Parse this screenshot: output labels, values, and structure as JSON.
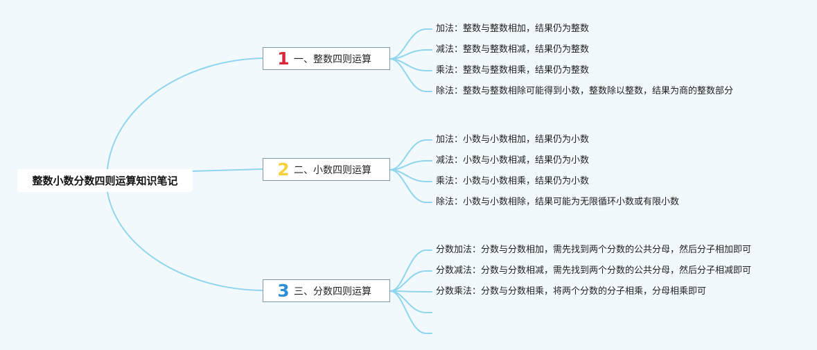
{
  "root": {
    "label": "整数小数分数四则运算知识笔记"
  },
  "colors": {
    "line": "#8fd5ee",
    "num1": "#d9263a",
    "num2": "#f5d13d",
    "num3": "#2c8fd8"
  },
  "branches": [
    {
      "num": "1",
      "label": "一、整数四则运算",
      "leaves": [
        "加法：整数与整数相加，结果仍为整数",
        "减法：整数与整数相减，结果仍为整数",
        "乘法：整数与整数相乘，结果仍为整数",
        "除法：整数与整数相除可能得到小数，整数除以整数，结果为商的整数部分"
      ]
    },
    {
      "num": "2",
      "label": "二、小数四则运算",
      "leaves": [
        "加法：小数与小数相加，结果仍为小数",
        "减法：小数与小数相减，结果仍为小数",
        "乘法：小数与小数相乘，结果仍为小数",
        "除法：小数与小数相除，结果可能为无限循环小数或有限小数"
      ]
    },
    {
      "num": "3",
      "label": "三、分数四则运算",
      "leaves": [
        "分数加法：分数与分数相加，需先找到两个分数的公共分母，然后分子相加即可",
        "分数减法：分数与分数相减，需先找到两个分数的公共分母，然后分子相减即可",
        "分数乘法：分数与分数相乘，将两个分数的分子相乘，分母相乘即可",
        "",
        ""
      ]
    }
  ]
}
